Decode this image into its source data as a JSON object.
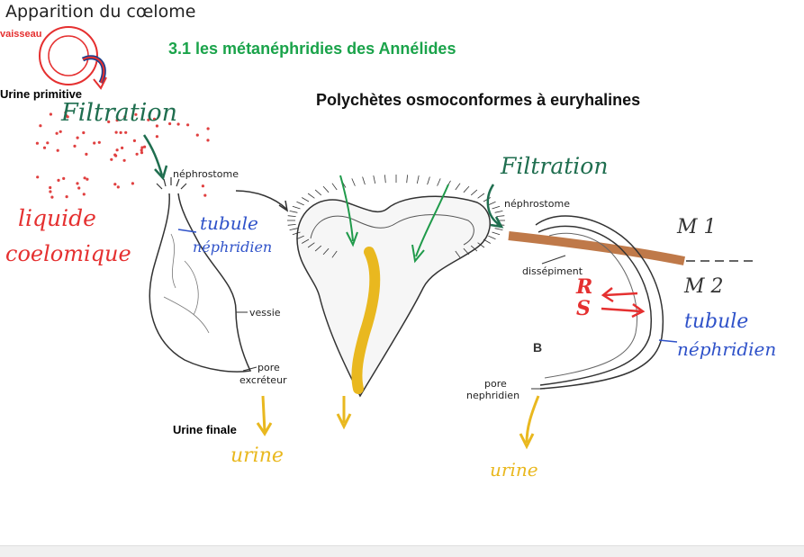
{
  "slide": {
    "header": "Apparition du cœlome",
    "section_title": "3.1 les métanéphridies des Annélides",
    "subtitle": "Polychètes osmoconformes à euryhalines"
  },
  "labels": {
    "vaisseau": "vaisseau",
    "urine_primitive": "Urine primitive",
    "urine_finale": "Urine finale",
    "filtration_left": "Filtration",
    "filtration_right": "Filtration",
    "liquide": "liquide",
    "coelomique": "coelomique",
    "tubule_left": "tubule",
    "nephridien_left": "néphridien",
    "tubule_right": "tubule",
    "nephridien_right": "néphridien",
    "urine_left": "urine",
    "urine_right": "urine",
    "nephrostome_left": "néphrostome",
    "nephrostome_right": "néphrostome",
    "vessie": "vessie",
    "pore": "pore",
    "excreteur": "excréteur",
    "pore_right": "pore",
    "nephridien_print": "nephridien",
    "dissepiment": "dissépiment",
    "m1": "M 1",
    "m2": "M 2",
    "r": "R",
    "s": "S",
    "b": "B"
  },
  "colors": {
    "section_green": "#1aa34a",
    "red": "#e53030",
    "dark_green": "#1f6e4f",
    "blue": "#2f52c9",
    "yellow": "#e9b81f",
    "brown": "#b86a35",
    "navy": "#1a3f8c"
  }
}
